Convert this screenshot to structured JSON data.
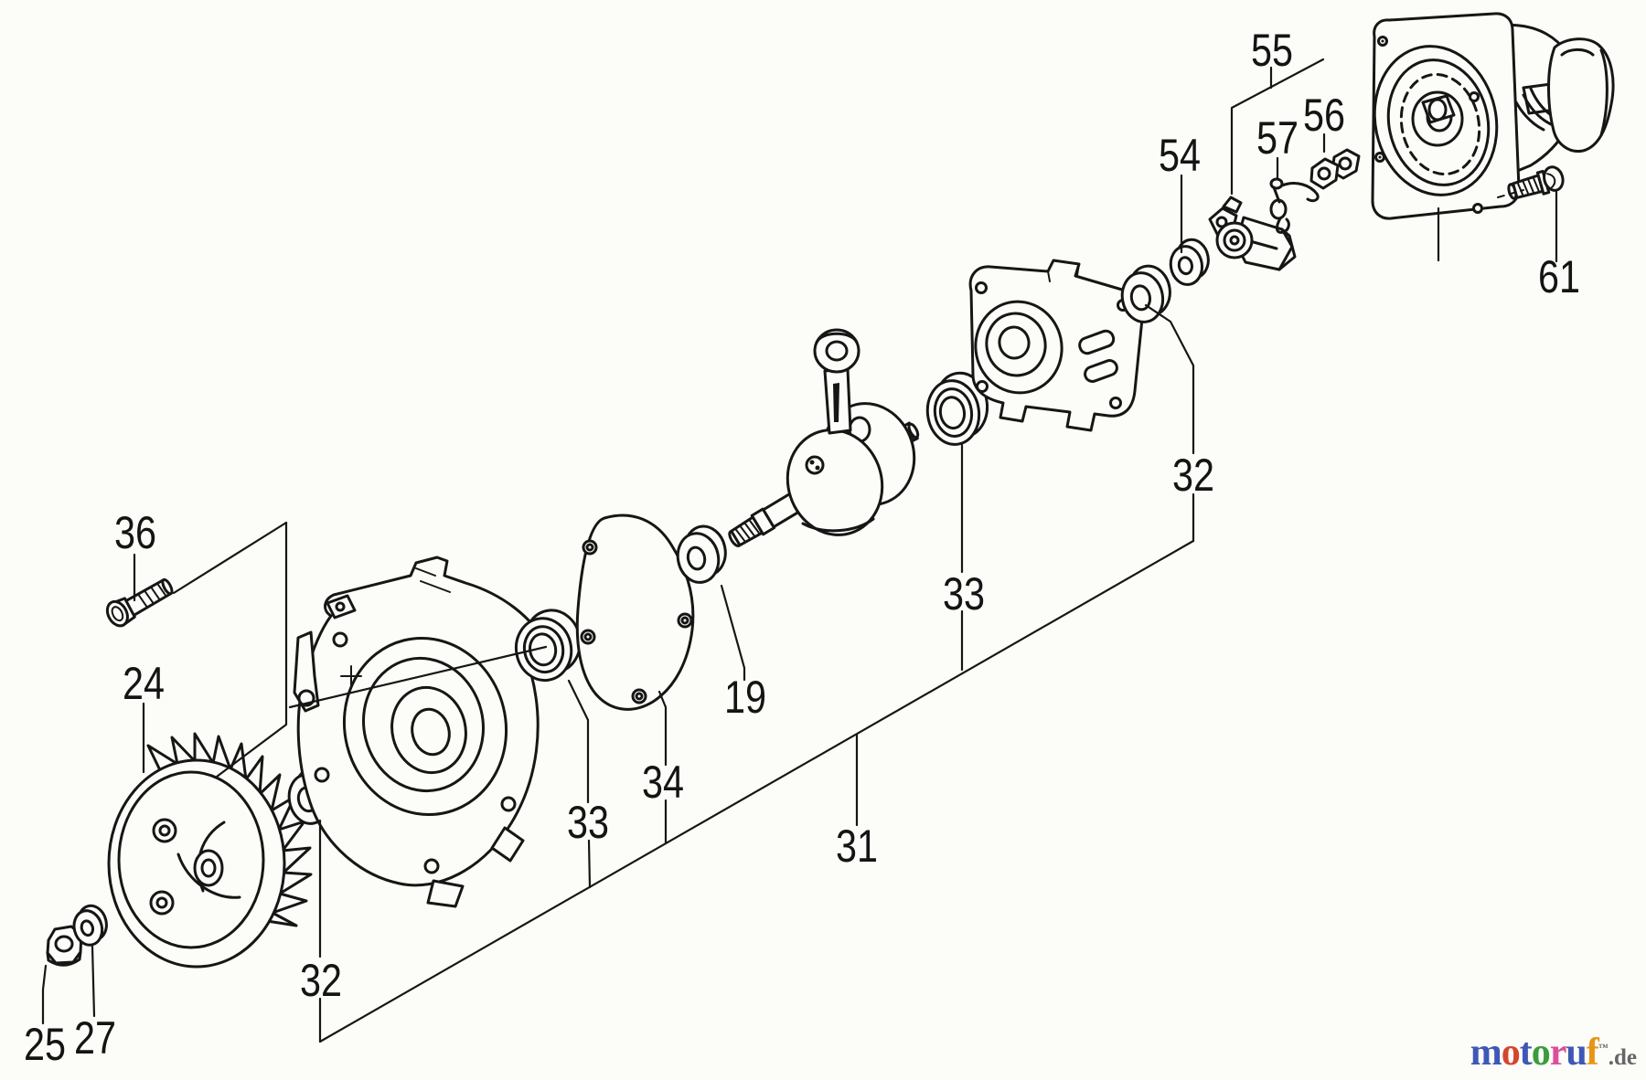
{
  "page": {
    "background": "#fcfcf8",
    "line_color": "#161616",
    "label_color": "#141414"
  },
  "diagram": {
    "labels": [
      {
        "id": "36",
        "number": "36"
      },
      {
        "id": "24",
        "number": "24"
      },
      {
        "id": "25",
        "number": "25"
      },
      {
        "id": "27",
        "number": "27"
      },
      {
        "id": "32-left",
        "number": "32"
      },
      {
        "id": "33-left",
        "number": "33"
      },
      {
        "id": "34",
        "number": "34"
      },
      {
        "id": "19",
        "number": "19"
      },
      {
        "id": "31",
        "number": "31"
      },
      {
        "id": "33-right",
        "number": "33"
      },
      {
        "id": "32-right",
        "number": "32"
      },
      {
        "id": "54",
        "number": "54"
      },
      {
        "id": "55",
        "number": "55"
      },
      {
        "id": "57",
        "number": "57"
      },
      {
        "id": "56",
        "number": "56"
      },
      {
        "id": "61",
        "number": "61"
      }
    ]
  },
  "watermark": {
    "letters": [
      {
        "ch": "m",
        "color": "#3f58b5"
      },
      {
        "ch": "o",
        "color": "#d6452c"
      },
      {
        "ch": "t",
        "color": "#3f58b5"
      },
      {
        "ch": "o",
        "color": "#3c9c3c"
      },
      {
        "ch": "r",
        "color": "#da4f9d"
      },
      {
        "ch": "u",
        "color": "#3f58b5"
      },
      {
        "ch": "f",
        "color": "#e79417"
      }
    ],
    "tm": "™",
    "suffix": {
      "text": ".de",
      "color": "#666666"
    }
  }
}
